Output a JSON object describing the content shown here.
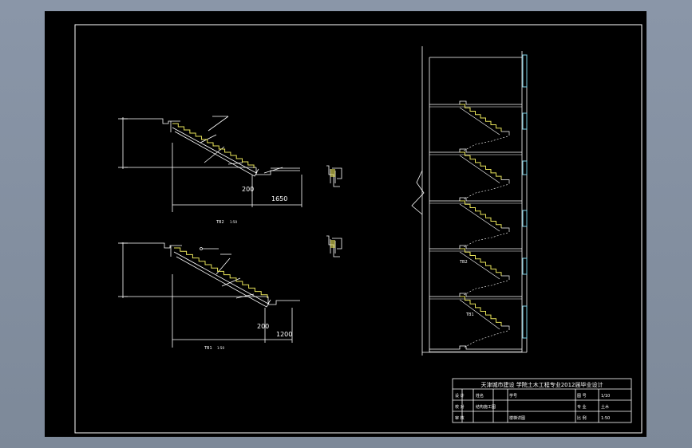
{
  "colors": {
    "background": "#7f8b9c",
    "sheet": "#000000",
    "line": "#ffffff",
    "tread": "#e8e35a",
    "accent": "#7fd3e8"
  },
  "drawing": {
    "dim_labels": {
      "d1": "200",
      "d2": "1650",
      "d3": "200",
      "d4": "1200"
    },
    "stair_labels": {
      "upper_caption": "TB2",
      "lower_caption": "TB1",
      "scale_upper": "1:50",
      "scale_lower": "1:50"
    },
    "section_labels": {
      "tb2": "TB2",
      "tb1": "TB1"
    }
  },
  "title_block": {
    "title": "天津城市建设 学院土木工程专业2012届毕业设计",
    "r1": [
      "设 计",
      "姓名",
      "学号",
      "图 号",
      "1/10"
    ],
    "r2": [
      "校 对",
      "结构施工图",
      "",
      "专 业",
      "土木"
    ],
    "r3": [
      "审 核",
      "",
      "楼梯详图",
      "比 例",
      "1:50"
    ]
  }
}
